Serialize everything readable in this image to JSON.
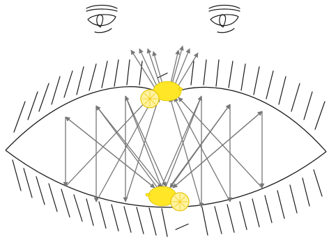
{
  "diagram": {
    "type": "optics-illustration",
    "objects": [
      {
        "name": "lemon",
        "position": "near-bottom-mirror",
        "kind": "real object"
      },
      {
        "name": "lemon",
        "position": "top-opening",
        "kind": "image"
      }
    ],
    "observers": [
      "left-eye",
      "right-eye"
    ],
    "colors": {
      "lemon": "#ffe626",
      "lemon_slice": "#fff3a0",
      "rays": "#777777",
      "outline": "#1a1a1a",
      "background": "#ffffff"
    },
    "icons": [
      "eye-icon",
      "lemon-icon",
      "arrowhead-icon"
    ]
  }
}
